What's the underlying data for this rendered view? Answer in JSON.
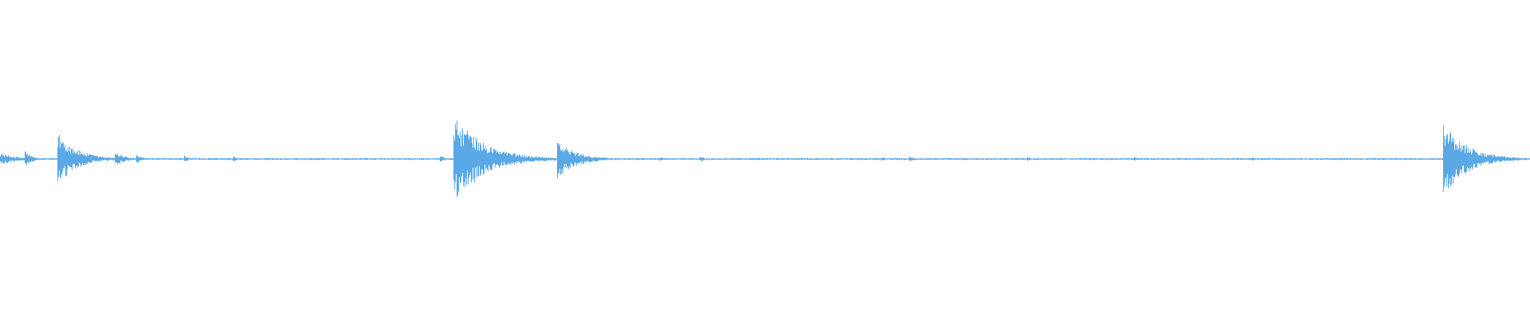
{
  "waveform": {
    "color": "#5aa9e6",
    "background": "#ffffff",
    "noise_floor": 0.012,
    "events": [
      {
        "t": 0.0,
        "peak": 0.08,
        "decay": 0.01
      },
      {
        "t": 0.016,
        "peak": 0.12,
        "decay": 0.004
      },
      {
        "t": 0.037,
        "peak": 0.38,
        "decay": 0.012
      },
      {
        "t": 0.075,
        "peak": 0.1,
        "decay": 0.006
      },
      {
        "t": 0.089,
        "peak": 0.06,
        "decay": 0.004
      },
      {
        "t": 0.12,
        "peak": 0.05,
        "decay": 0.003
      },
      {
        "t": 0.152,
        "peak": 0.04,
        "decay": 0.003
      },
      {
        "t": 0.287,
        "peak": 0.06,
        "decay": 0.003
      },
      {
        "t": 0.296,
        "peak": 0.55,
        "decay": 0.02
      },
      {
        "t": 0.302,
        "peak": 0.45,
        "decay": 0.018
      },
      {
        "t": 0.343,
        "peak": 0.05,
        "decay": 0.004
      },
      {
        "t": 0.364,
        "peak": 0.25,
        "decay": 0.012
      },
      {
        "t": 0.431,
        "peak": 0.03,
        "decay": 0.003
      },
      {
        "t": 0.457,
        "peak": 0.05,
        "decay": 0.003
      },
      {
        "t": 0.576,
        "peak": 0.03,
        "decay": 0.003
      },
      {
        "t": 0.594,
        "peak": 0.04,
        "decay": 0.003
      },
      {
        "t": 0.671,
        "peak": 0.03,
        "decay": 0.003
      },
      {
        "t": 0.741,
        "peak": 0.03,
        "decay": 0.003
      },
      {
        "t": 0.818,
        "peak": 0.03,
        "decay": 0.003
      },
      {
        "t": 0.943,
        "peak": 0.5,
        "decay": 0.015
      }
    ]
  }
}
